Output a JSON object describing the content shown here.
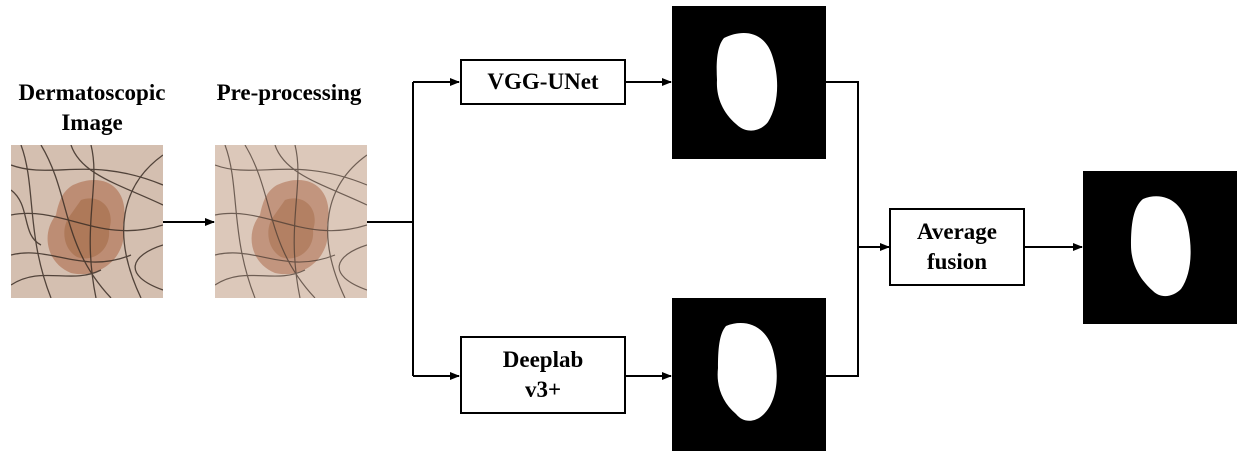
{
  "labels": {
    "dermatoscopic_image": "Dermatoscopic Image",
    "preprocessing": "Pre-processing"
  },
  "boxes": {
    "vgg_unet": "VGG-UNet",
    "deeplab": "Deeplab v3+",
    "average_fusion": "Average fusion"
  },
  "colors": {
    "line": "#000000",
    "mask_background": "#000000",
    "mask_foreground": "#ffffff",
    "skin": "#d9c2b3",
    "lesion": "#b8846a",
    "hair": "#3b2e26"
  }
}
